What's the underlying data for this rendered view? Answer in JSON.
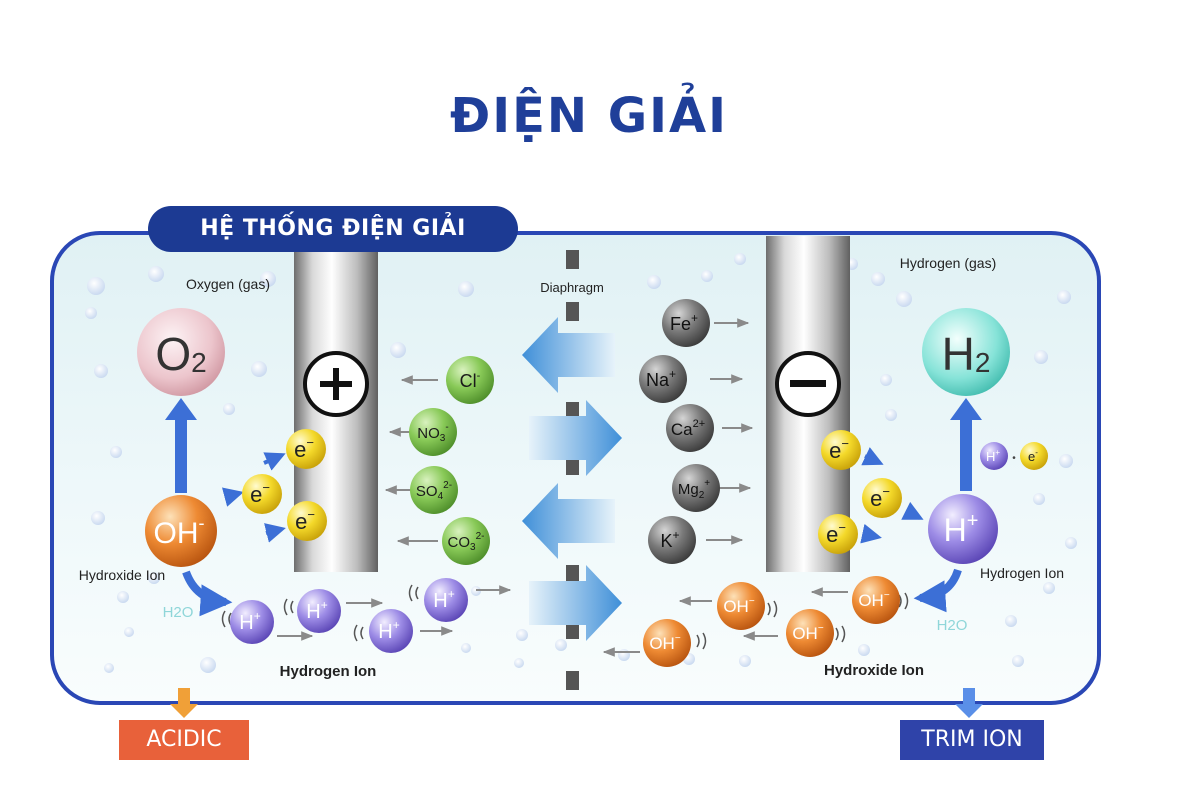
{
  "title": "ĐIỆN GIẢI",
  "system_tab": "HỆ THỐNG ĐIỆN GIẢI",
  "outputs": {
    "left": "ACIDIC",
    "right": "TRIM ION"
  },
  "labels": {
    "oxygen_gas": "Oxygen (gas)",
    "hydrogen_gas": "Hydrogen (gas)",
    "diaphragm": "Diaphragm",
    "hydroxide_ion_left": "Hydroxide Ion",
    "hydrogen_ion_right": "Hydrogen Ion",
    "hydrogen_ion_bottom": "Hydrogen Ion",
    "hydroxide_ion_bottom": "Hydroxide Ion",
    "h2o_left": "H2O",
    "h2o_right": "H2O"
  },
  "electrodes": {
    "anode_symbol": "+",
    "cathode_symbol": "−"
  },
  "molecules": {
    "o2": {
      "base": "O",
      "sub": "2"
    },
    "h2": {
      "base": "H",
      "sub": "2"
    },
    "oh_left": {
      "base": "OH",
      "sup": "-"
    },
    "h_plus_right": {
      "base": "H",
      "sup": "+"
    }
  },
  "anions": [
    {
      "base": "Cl",
      "sup": "-"
    },
    {
      "base": "NO",
      "sub": "3",
      "sup": "-"
    },
    {
      "base": "SO",
      "sub": "4",
      "sup": "2-"
    },
    {
      "base": "CO",
      "sub": "3",
      "sup": "2-"
    }
  ],
  "cations": [
    {
      "base": "Fe",
      "sup": "+"
    },
    {
      "base": "Na",
      "sup": "+"
    },
    {
      "base": "Ca",
      "sup": "2+"
    },
    {
      "base": "Mg",
      "sub": "2",
      "sup": "+"
    },
    {
      "base": "K",
      "sup": "+"
    }
  ],
  "electron": {
    "base": "e",
    "sup": "−"
  },
  "h_plus": {
    "base": "H",
    "sup": "+"
  },
  "oh_minus": {
    "base": "OH",
    "sup": "−"
  },
  "hydrogen_reaction": {
    "ion": "H",
    "ion_sup": "+",
    "sep": "•",
    "electron": "e",
    "electron_sup": "-"
  },
  "colors": {
    "title": "#1f3f99",
    "frame": "#2a47b5",
    "acidic": "#e8613a",
    "trim_ion": "#2f43a9",
    "anion": "#7cc04b",
    "cation": "#6b6b6b",
    "electron": "#f2d321",
    "oh": "#e87a25",
    "h_ion": "#8d7be0",
    "o2": "#e8b8c0",
    "h2": "#6fd8cb"
  }
}
